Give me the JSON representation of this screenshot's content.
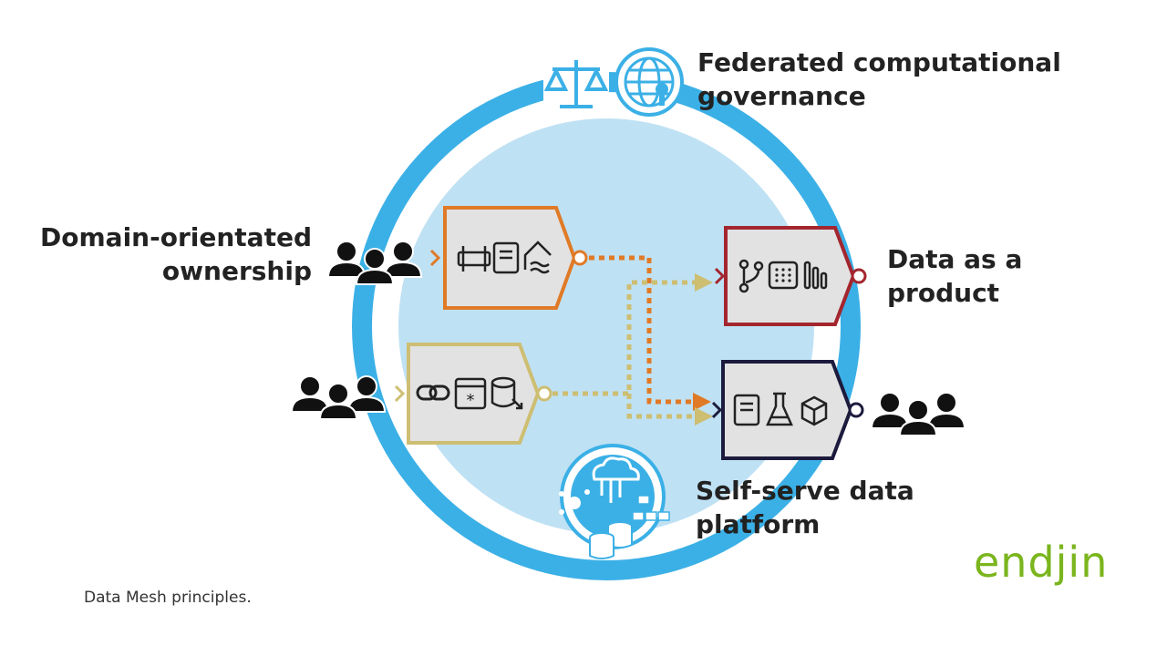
{
  "principles": {
    "governance": [
      "Federated computational",
      "governance"
    ],
    "domain": [
      "Domain-orientated",
      "ownership"
    ],
    "product": [
      "Data as a",
      "product"
    ],
    "platform": [
      "Self-serve data",
      "platform"
    ]
  },
  "caption": "Data Mesh principles.",
  "brand": "endjin",
  "colors": {
    "ring": "#3bb0e6",
    "inner_circle": "#bfe1f4",
    "node_fill": "#e2e2e2",
    "orange": "#e07a26",
    "gold": "#cdbe72",
    "red": "#a3262f",
    "navy": "#1c1b3d",
    "brand_green": "#7ab51d"
  },
  "nodes": [
    {
      "id": "orange-domain-node",
      "icons": [
        "pipe-icon",
        "notebook-icon",
        "lake-icon"
      ]
    },
    {
      "id": "gold-domain-node",
      "icons": [
        "link-icon",
        "function-icon",
        "database-export-icon"
      ]
    },
    {
      "id": "red-product-node",
      "icons": [
        "branch-icon",
        "grid-icon",
        "bars-icon"
      ]
    },
    {
      "id": "navy-product-node",
      "icons": [
        "notebook-icon",
        "flask-icon",
        "cube-icon"
      ]
    }
  ]
}
